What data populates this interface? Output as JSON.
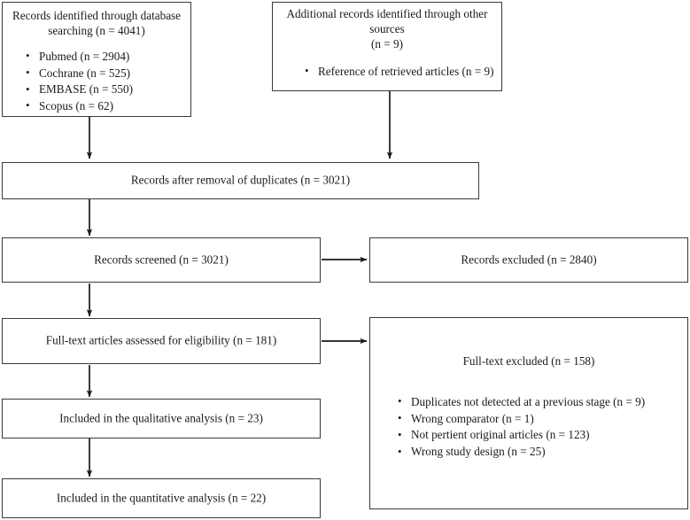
{
  "diagram": {
    "type": "prisma-flow-diagram",
    "line_color": "#3a3a3a",
    "text_color": "#1a1a1a",
    "background": "#ffffff"
  },
  "boxes": {
    "database_search": {
      "title": "Records identified through database searching (n = 4041)",
      "items": [
        "Pubmed (n = 2904)",
        "Cochrane (n = 525)",
        "EMBASE (n =  550)",
        "Scopus (n = 62)"
      ]
    },
    "other_sources": {
      "title": "Additional records identified through other sources\n(n = 9)",
      "title_line1": "Additional records identified through other sources",
      "title_line2": "(n = 9)",
      "items": [
        "Reference of retrieved articles (n = 9)"
      ]
    },
    "after_duplicates": {
      "title": "Records after removal of duplicates (n = 3021)"
    },
    "records_screened": {
      "title": "Records screened (n = 3021)"
    },
    "records_excluded": {
      "title": "Records excluded (n = 2840)"
    },
    "fulltext_assessed": {
      "title": "Full-text articles assessed for eligibility (n = 181)"
    },
    "fulltext_excluded": {
      "title": "Full-text excluded (n = 158)",
      "items": [
        "Duplicates not detected at a previous stage (n = 9)",
        "Wrong comparator (n = 1)",
        "Not pertient original articles (n = 123)",
        "Wrong study design (n = 25)"
      ]
    },
    "qualitative": {
      "title": "Included in the qualitative analysis (n = 23)"
    },
    "quantitative": {
      "title": "Included in the quantitative analysis (n = 22)"
    }
  },
  "connectors": [
    {
      "name": "database-search-to-after-duplicates",
      "direction": "down"
    },
    {
      "name": "other-sources-to-after-duplicates",
      "direction": "down"
    },
    {
      "name": "after-duplicates-to-records-screened",
      "direction": "down"
    },
    {
      "name": "records-screened-to-records-excluded",
      "direction": "right"
    },
    {
      "name": "records-screened-to-fulltext-assessed",
      "direction": "down"
    },
    {
      "name": "fulltext-assessed-to-fulltext-excluded",
      "direction": "right"
    },
    {
      "name": "fulltext-assessed-to-qualitative",
      "direction": "down"
    },
    {
      "name": "qualitative-to-quantitative",
      "direction": "down"
    }
  ]
}
